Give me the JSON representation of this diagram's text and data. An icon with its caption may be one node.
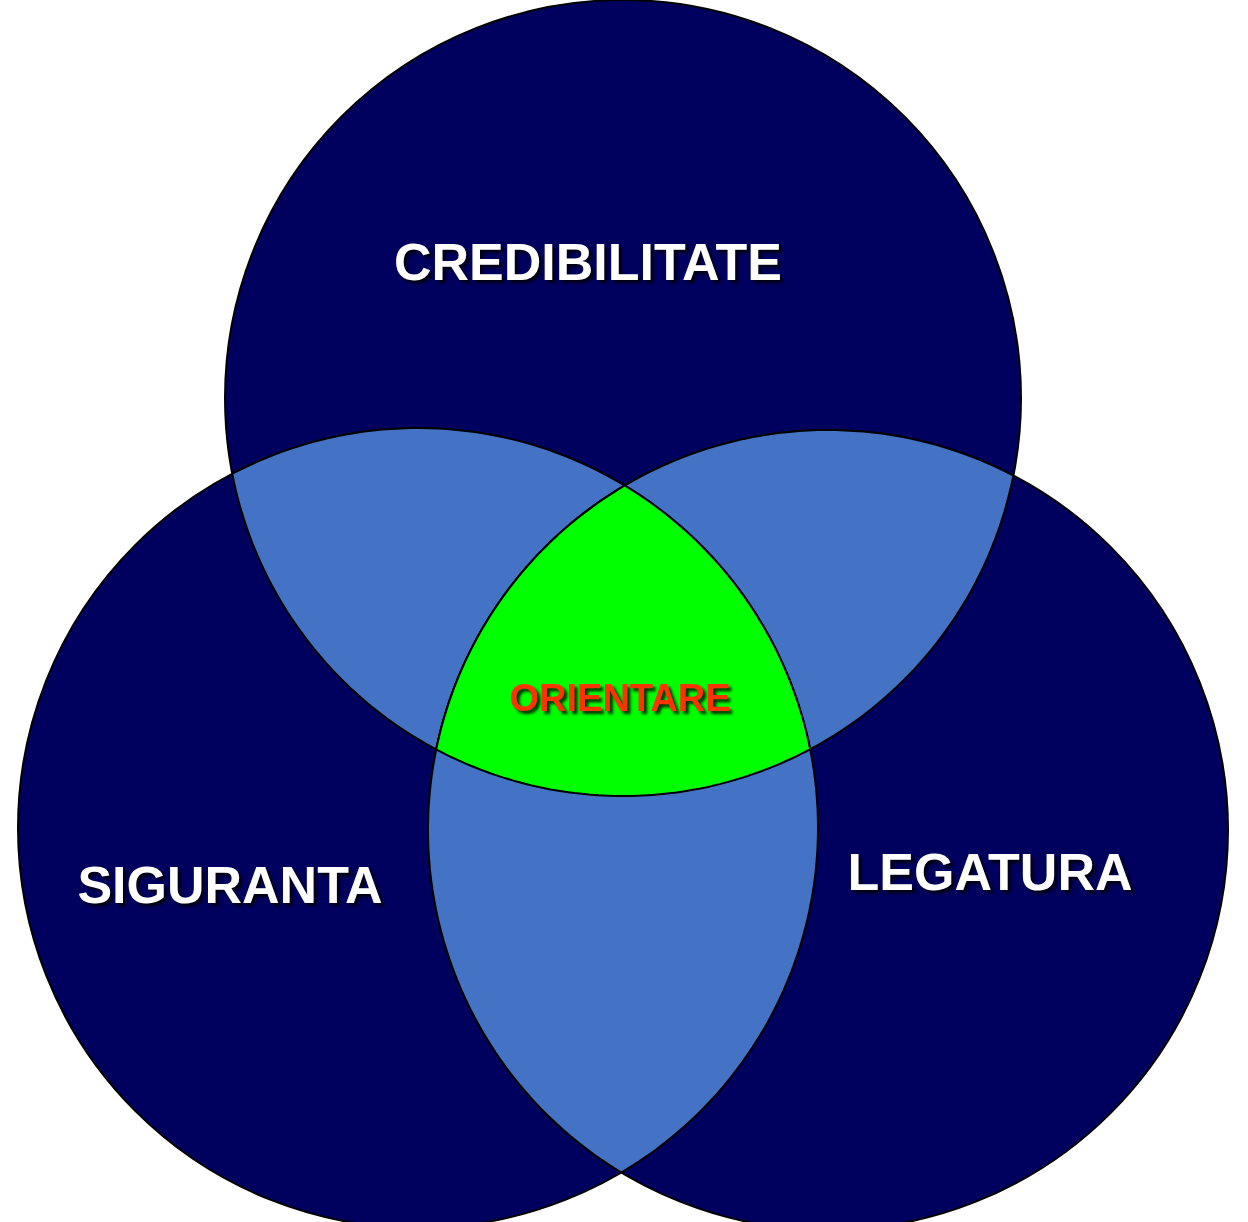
{
  "diagram": {
    "nodes": [
      {
        "text": [
          "CREDIBILITATE"
        ]
      },
      {
        "text": [],
        "shape": "lens"
      },
      {
        "text": [],
        "shape": "lens"
      },
      {
        "text": [
          "SIGURANTA"
        ]
      },
      {
        "text": [
          "ORIENTARE"
        ]
      },
      {
        "text": [
          "LEGATURA"
        ]
      },
      {
        "text": [],
        "shape": "lens"
      }
    ]
  }
}
